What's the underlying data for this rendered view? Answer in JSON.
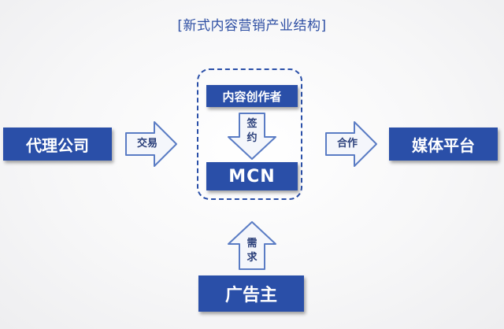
{
  "title": "[新式内容营销产业结构]",
  "nodes": {
    "agency": "代理公司",
    "creator": "内容创作者",
    "mcn": "MCN",
    "media": "媒体平台",
    "advertiser": "广告主"
  },
  "arrows": {
    "trade": "交易",
    "sign_1": "签",
    "sign_2": "约",
    "cooperate": "合作",
    "demand_1": "需",
    "demand_2": "求"
  },
  "colors": {
    "box": "#2a4fa8",
    "arrow_fill": "#f4f6fb",
    "arrow_stroke": "#5a7cc4"
  }
}
